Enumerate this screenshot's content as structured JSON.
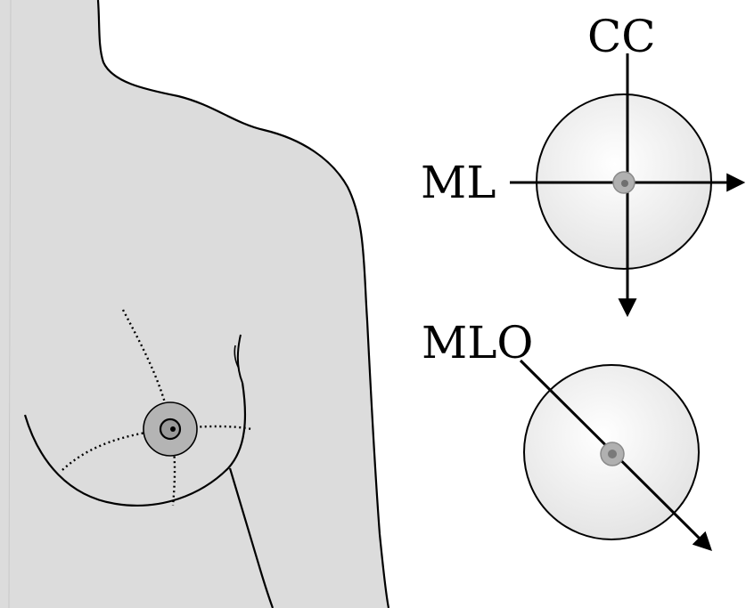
{
  "figure": {
    "views": {
      "cc": {
        "label": "CC"
      },
      "ml": {
        "label": "ML"
      },
      "mlo": {
        "label": "MLO"
      }
    }
  },
  "colors": {
    "torso_fill": "#dcdcdc",
    "outline": "#000000",
    "breast_disc_fill": "#eeeeee",
    "lesion_ring": "#b4b4b4",
    "lesion_core": "#8a8a8a",
    "background": "#ffffff"
  }
}
